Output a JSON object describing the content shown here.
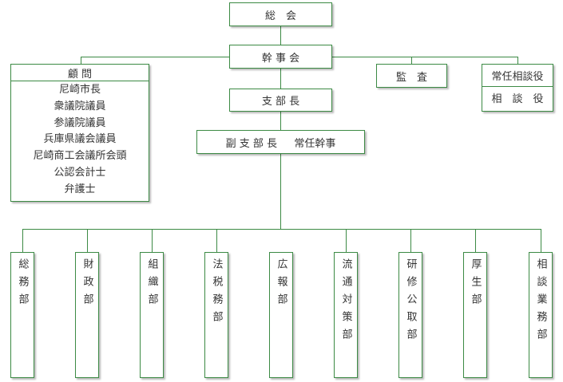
{
  "general_meeting": "総　会",
  "board": "幹 事 会",
  "branch_head": "支 部 長",
  "deputy_and_secretary": "副 支 部 長　  常任幹事",
  "auditor": "監　査",
  "advisors": {
    "title": "顧 問",
    "members": [
      "尼崎市長",
      "衆議院議員",
      "参議院議員",
      "兵庫県議会議員",
      "尼崎商工会議所会頭",
      "公認会計士",
      "弁護士"
    ]
  },
  "counselor": {
    "top": "常任相談役",
    "bottom": "相　談　役"
  },
  "departments": [
    "総務部",
    "財政部",
    "組織部",
    "法税務部",
    "広報部",
    "流通対策部",
    "研修公取部",
    "厚生部",
    "相談業務部"
  ],
  "colors": {
    "border": "#3c8a44",
    "line": "#3c8a44",
    "text": "#333333"
  }
}
